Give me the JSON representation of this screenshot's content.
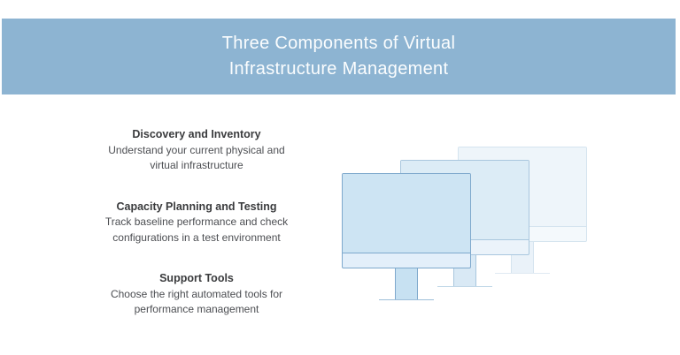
{
  "header": {
    "title_line1": "Three Components of Virtual",
    "title_line2": "Infrastructure Management"
  },
  "sections": [
    {
      "title": "Discovery and Inventory",
      "description_lines": [
        "Understand your current physical and",
        "virtual infrastructure"
      ]
    },
    {
      "title": "Capacity Planning and Testing",
      "description_lines": [
        "Track baseline performance and check",
        "configurations in a test environment"
      ]
    },
    {
      "title": "Support Tools",
      "description_lines": [
        "Choose the right automated tools for",
        "performance management"
      ]
    }
  ],
  "illustration": {
    "description": "three overlapping desktop monitor icons fading toward the back",
    "monitor_count": 3
  },
  "colors": {
    "banner-bg": "#8db4d2",
    "banner-text": "#fbfdfe",
    "heading-text": "#3a3b3d",
    "body-text": "#4c4e52",
    "monitor-front-border": "#7fa9cd",
    "monitor-front-screen": "#cde4f3",
    "monitor-front-chin": "#e3effa",
    "monitor-front-stand": "#c7e1f2",
    "monitor-front-baseline": "#9dbed9",
    "monitor-middle-border": "#a9c7de",
    "monitor-middle-screen": "#dcecf6",
    "monitor-middle-chin": "#ebf3fa",
    "monitor-middle-stand": "#d9e9f5",
    "monitor-middle-baseline": "#c0d7e7",
    "monitor-back-border": "#d5e4ef",
    "monitor-back-screen": "#eef5fa",
    "monitor-back-chin": "#f4f9fc",
    "monitor-back-stand": "#eaf2f9",
    "monitor-back-baseline": "#dfeaf2"
  }
}
